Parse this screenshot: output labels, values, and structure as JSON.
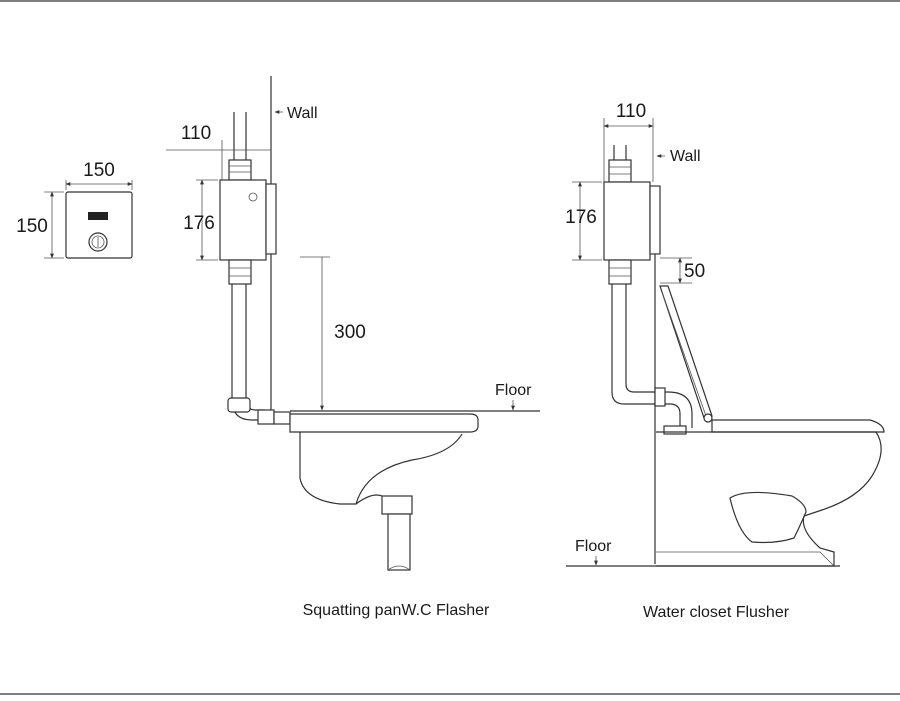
{
  "colors": {
    "line": "#333333",
    "background": "#ffffff",
    "text": "#1a1a1a"
  },
  "panel": {
    "width_label": "150",
    "height_label": "150"
  },
  "squatting": {
    "pipe_spacing_label": "110",
    "body_height_label": "176",
    "drop_label": "300",
    "wall_label": "Wall",
    "floor_label": "Floor",
    "caption": "Squatting panW.C Flasher"
  },
  "closet": {
    "pipe_spacing_label": "110",
    "body_height_label": "176",
    "gap_label": "50",
    "wall_label": "Wall",
    "floor_label": "Floor",
    "caption": "Water closet Flusher"
  }
}
